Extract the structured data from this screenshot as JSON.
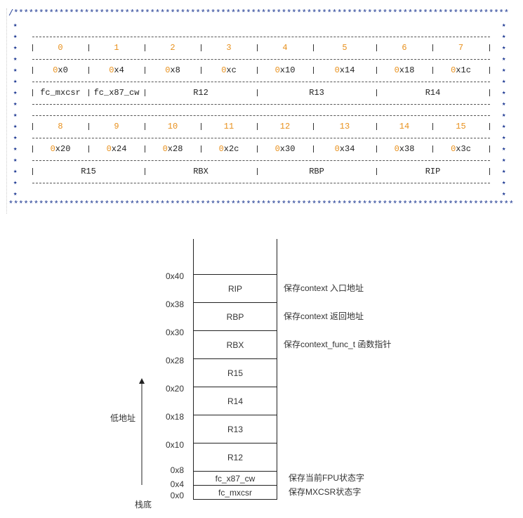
{
  "code_block": {
    "top_border": "/**************************************************************************************************************",
    "bottom_border": "**************************************************************************************************************/",
    "table1": {
      "indices": [
        "0",
        "1",
        "2",
        "3",
        "4",
        "5",
        "6",
        "7"
      ],
      "offsets": [
        "0x0",
        "0x4",
        "0x8",
        "0xc",
        "0x10",
        "0x14",
        "0x18",
        "0x1c"
      ],
      "fields": [
        "fc_mxcsr",
        "fc_x87_cw",
        "R12",
        "R13",
        "R14"
      ]
    },
    "table2": {
      "indices": [
        "8",
        "9",
        "10",
        "11",
        "12",
        "13",
        "14",
        "15"
      ],
      "offsets": [
        "0x20",
        "0x24",
        "0x28",
        "0x2c",
        "0x30",
        "0x34",
        "0x38",
        "0x3c"
      ],
      "fields": [
        "R15",
        "RBX",
        "RBP",
        "RIP"
      ]
    }
  },
  "stack": {
    "cells": [
      "RIP",
      "RBP",
      "RBX",
      "R15",
      "R14",
      "R13",
      "R12",
      "fc_x87_cw",
      "fc_mxcsr"
    ],
    "addresses": [
      "0x40",
      "0x38",
      "0x30",
      "0x28",
      "0x20",
      "0x18",
      "0x10",
      "0x8",
      "0x4",
      "0x0"
    ],
    "notes": [
      "保存context 入口地址",
      "保存context 返回地址",
      "保存context_func_t 函数指针",
      "保存当前FPU状态字",
      "保存MXCSR状态字"
    ],
    "low_address_label": "低地址",
    "stack_bottom_label": "栈底"
  }
}
